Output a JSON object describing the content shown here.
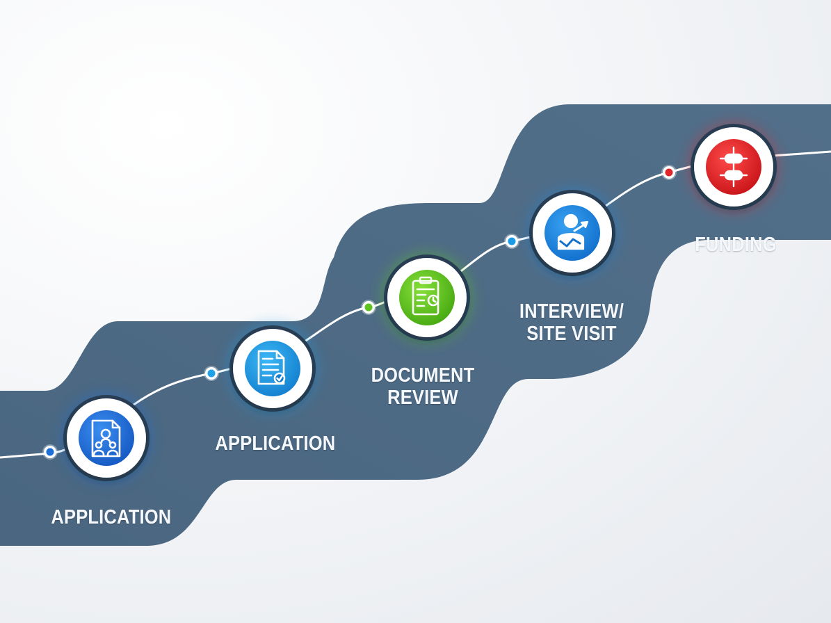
{
  "stages": [
    {
      "label": "APPLICATION",
      "icon": "applicant-profile-icon",
      "color": "#1e6fd6"
    },
    {
      "label": "APPLICATION",
      "icon": "document-check-icon",
      "color": "#1a9be6"
    },
    {
      "label_lines": [
        "DOCUMENT",
        "REVIEW"
      ],
      "icon": "clipboard-review-icon",
      "color": "#5cc41e"
    },
    {
      "label_lines": [
        "INTERVIEW/",
        "SITE VISIT"
      ],
      "icon": "interview-person-icon",
      "color": "#1a86e0"
    },
    {
      "label": "FUNDING",
      "icon": "funding-icon",
      "color": "#e0262a"
    }
  ],
  "colors": {
    "band": "#4f6b85",
    "band_dark": "#3f5a74",
    "connector": "#ffffff"
  }
}
